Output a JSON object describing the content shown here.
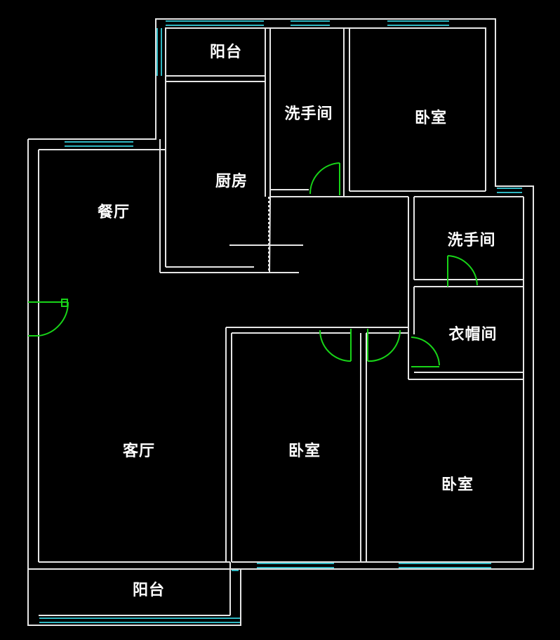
{
  "rooms": {
    "balcony_top": "阳台",
    "washroom_top": "洗手间",
    "bedroom_top": "卧室",
    "kitchen": "厨房",
    "dining": "餐厅",
    "washroom_right": "洗手间",
    "cloakroom": "衣帽间",
    "living": "客厅",
    "bedroom_middle": "卧室",
    "bedroom_right": "卧室",
    "balcony_bottom": "阳台"
  },
  "colors": {
    "background": "#000000",
    "walls": "#e6e6e6",
    "windows": "#2fb7c2",
    "doors": "#18d418",
    "labels": "#ffffff"
  }
}
